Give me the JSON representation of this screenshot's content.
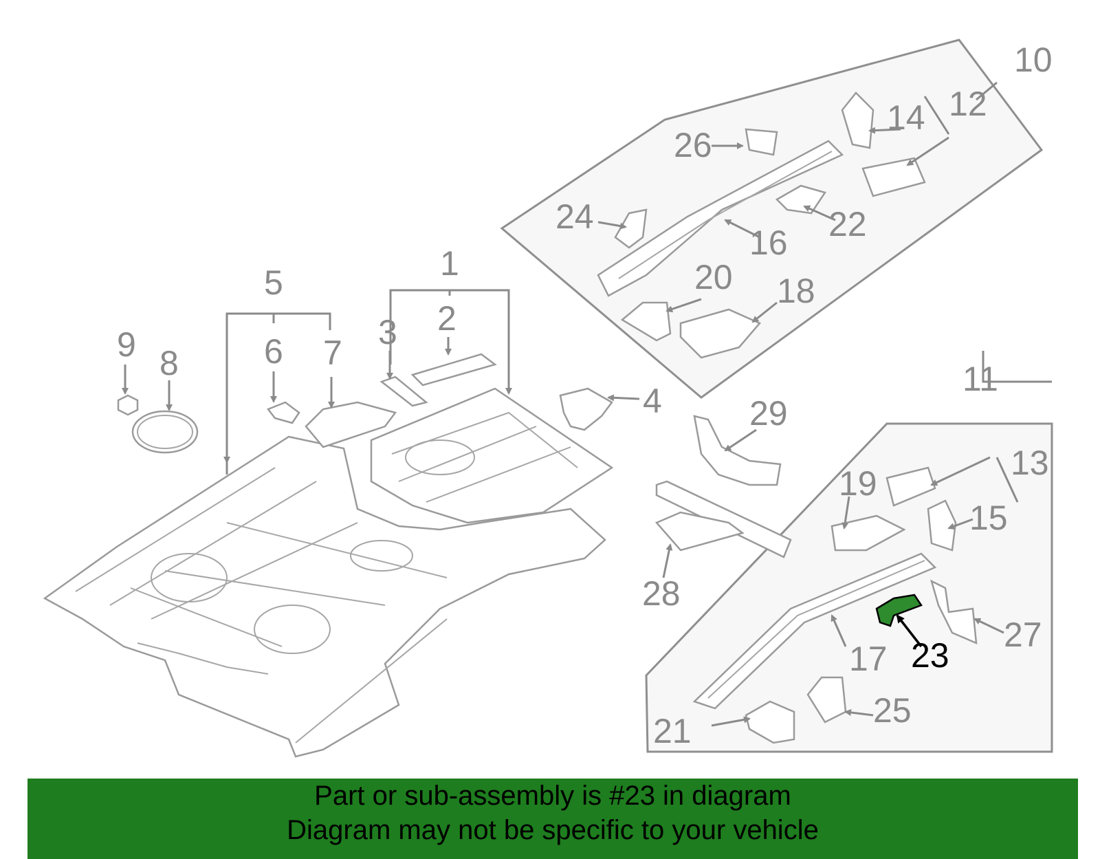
{
  "callouts": [
    "1",
    "2",
    "3",
    "4",
    "5",
    "6",
    "7",
    "8",
    "9",
    "10",
    "11",
    "12",
    "13",
    "14",
    "15",
    "16",
    "17",
    "18",
    "19",
    "20",
    "21",
    "22",
    "23",
    "24",
    "25",
    "26",
    "27",
    "28",
    "29"
  ],
  "highlight": {
    "part_number": "23",
    "color": "#2e8b2e"
  },
  "banner": {
    "line1": "Part or sub-assembly is #23 in diagram",
    "line2": "Diagram may not be specific to your vehicle",
    "background": "#1e7d1e"
  }
}
